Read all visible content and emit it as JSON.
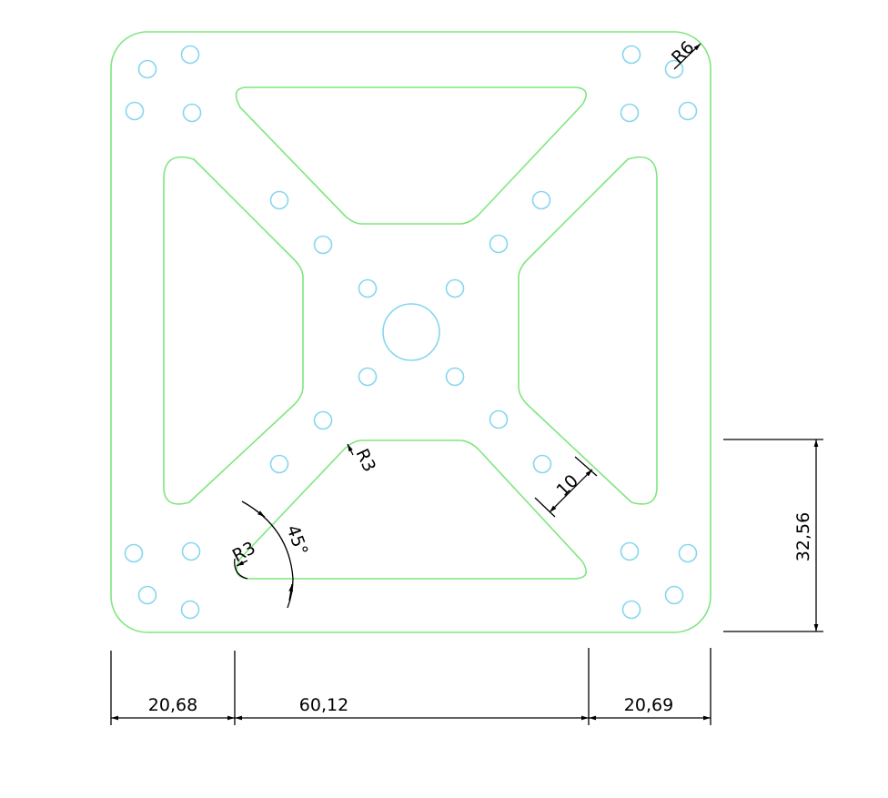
{
  "colors": {
    "outline": "#7fe67f",
    "holes": "#86d6ee",
    "dimensions": "#000000"
  },
  "dimensions": {
    "left_width": "20,68",
    "center_width": "60,12",
    "right_width": "20,69",
    "vertical": "32,56",
    "arm_width": "10",
    "corner_radius": "R6",
    "fillet_radius_1": "R3",
    "fillet_radius_2": "R3",
    "angle": "45°"
  }
}
